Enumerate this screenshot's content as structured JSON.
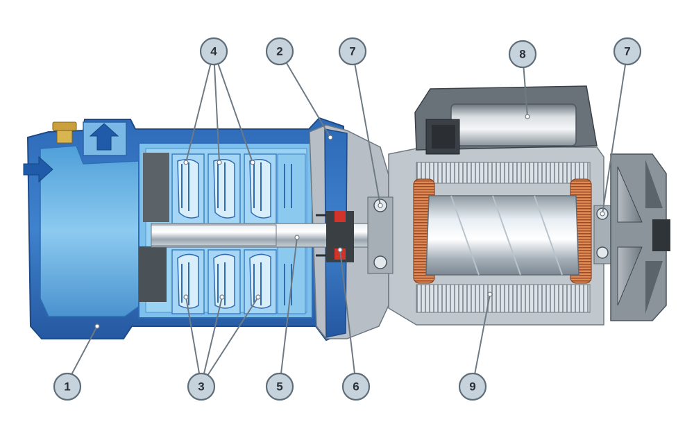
{
  "callouts": [
    {
      "id": "c1",
      "label": "1"
    },
    {
      "id": "c2",
      "label": "2"
    },
    {
      "id": "c3",
      "label": "3"
    },
    {
      "id": "c4",
      "label": "4"
    },
    {
      "id": "c5",
      "label": "5"
    },
    {
      "id": "c6",
      "label": "6"
    },
    {
      "id": "c7a",
      "label": "7"
    },
    {
      "id": "c7b",
      "label": "7"
    },
    {
      "id": "c8",
      "label": "8"
    },
    {
      "id": "c9",
      "label": "9"
    }
  ],
  "colors": {
    "pump_blue": "#2f6fbe",
    "pump_light": "#6fb6e6",
    "motor_grey": "#a9b1b8",
    "copper": "#c46a3c",
    "seal_red": "#d2332b",
    "callout_fill": "#c7d3dc"
  }
}
